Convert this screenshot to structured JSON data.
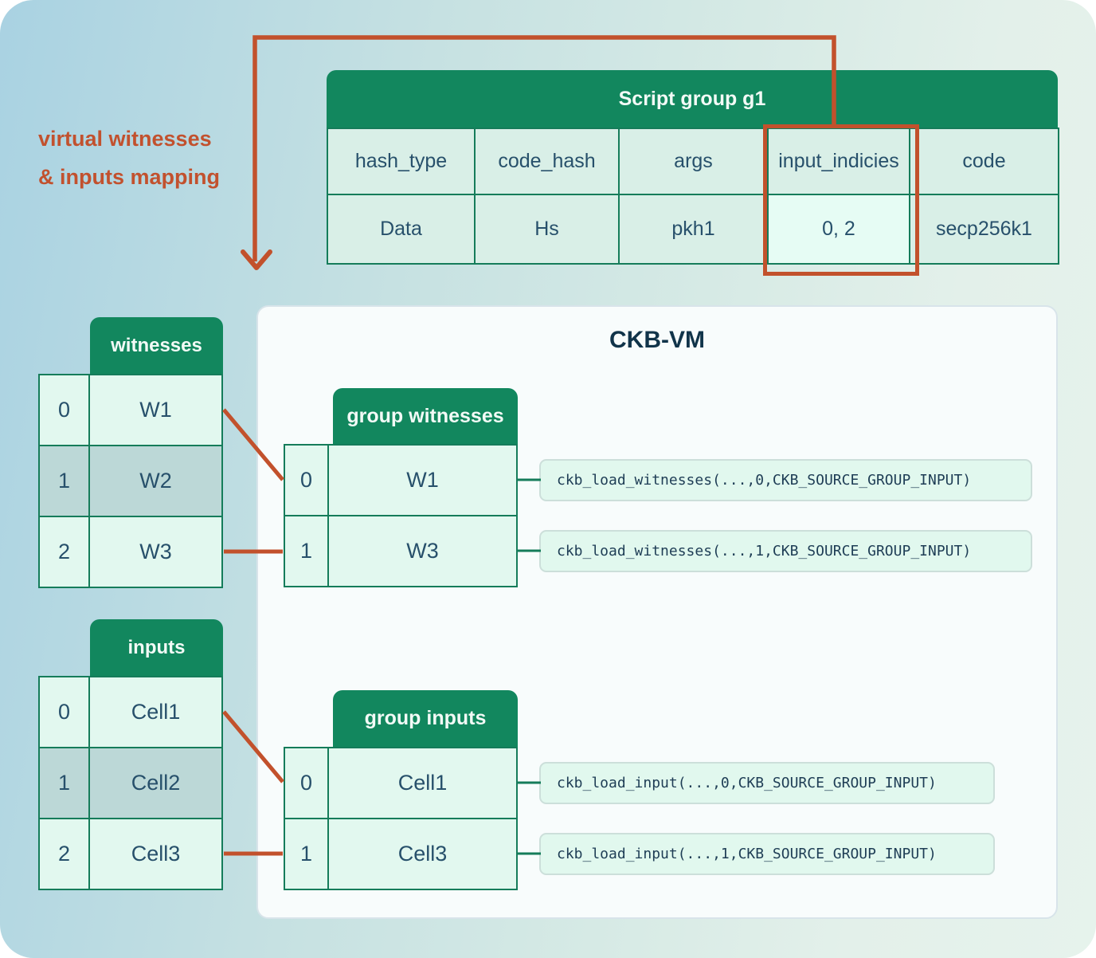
{
  "annotation": {
    "line1": "virtual witnesses",
    "line2": "& inputs mapping"
  },
  "script_group": {
    "title": "Script group g1",
    "columns": [
      "hash_type",
      "code_hash",
      "args",
      "input_indicies",
      "code"
    ],
    "values": [
      "Data",
      "Hs",
      "pkh1",
      "0, 2",
      "secp256k1"
    ],
    "highlighted_column": "input_indicies",
    "highlighted_value": "0, 2"
  },
  "ckb_vm": {
    "title": "CKB-VM"
  },
  "witnesses": {
    "title": "witnesses",
    "rows": [
      {
        "index": "0",
        "value": "W1"
      },
      {
        "index": "1",
        "value": "W2"
      },
      {
        "index": "2",
        "value": "W3"
      }
    ]
  },
  "inputs": {
    "title": "inputs",
    "rows": [
      {
        "index": "0",
        "value": "Cell1"
      },
      {
        "index": "1",
        "value": "Cell2"
      },
      {
        "index": "2",
        "value": "Cell3"
      }
    ]
  },
  "group_witnesses": {
    "title": "group witnesses",
    "rows": [
      {
        "index": "0",
        "value": "W1"
      },
      {
        "index": "1",
        "value": "W3"
      }
    ]
  },
  "group_inputs": {
    "title": "group inputs",
    "rows": [
      {
        "index": "0",
        "value": "Cell1"
      },
      {
        "index": "1",
        "value": "Cell3"
      }
    ]
  },
  "ckb_calls": {
    "witnesses": [
      "ckb_load_witnesses(...,0,CKB_SOURCE_GROUP_INPUT)",
      "ckb_load_witnesses(...,1,CKB_SOURCE_GROUP_INPUT)"
    ],
    "inputs": [
      "ckb_load_input(...,0,CKB_SOURCE_GROUP_INPUT)",
      "ckb_load_input(...,1,CKB_SOURCE_GROUP_INPUT)"
    ]
  },
  "colors": {
    "accent_orange": "#c2512c",
    "header_green": "#12875e",
    "border_green": "#157c5a",
    "navy_text": "#27506b",
    "light_cell": "#e2f8ef",
    "muted_cell": "#bcd8d7"
  }
}
